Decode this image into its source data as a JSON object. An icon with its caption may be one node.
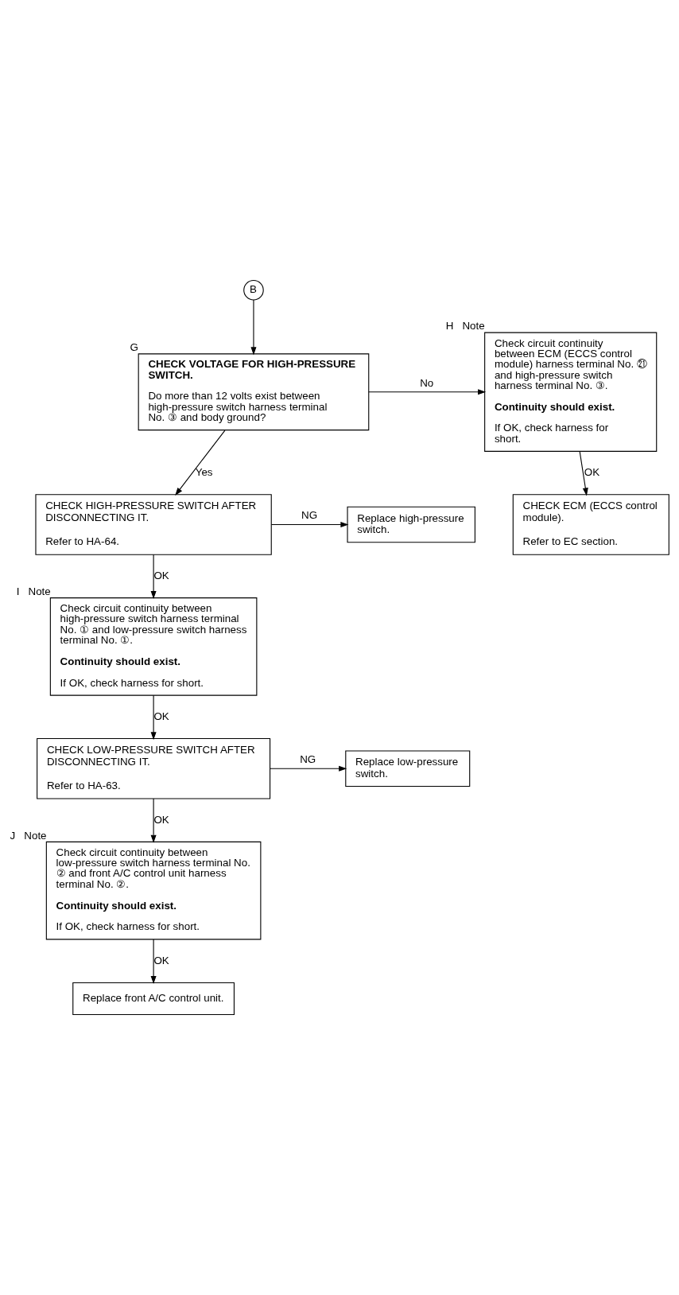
{
  "diagram": {
    "nodes": [
      {
        "text": [
          "B"
        ]
      },
      {
        "text": [
          "**CHECK VOLTAGE FOR HIGH-PRESSURE SWITCH.**",
          "Do more than 12 volts exist between high-pressure switch harness terminal No. ③ and body ground?"
        ],
        "beside": [
          "G"
        ]
      },
      {
        "text": [
          "Check circuit continuity between ECM (ECCS control module) harness terminal No. ㉑ and high-pressure switch harness terminal No. ③.",
          "**Continuity should exist.**",
          "If OK, check harness for short."
        ],
        "beside": [
          "H",
          "Note"
        ]
      },
      {
        "text": [
          "CHECK ECM (ECCS control module).",
          "Refer to EC section."
        ]
      },
      {
        "text": [
          "CHECK HIGH-PRESSURE SWITCH AFTER DISCONNECTING IT.",
          "Refer to HA-64."
        ]
      },
      {
        "text": [
          "Replace high-pressure switch."
        ]
      },
      {
        "text": [
          "Check circuit continuity between high-pressure switch harness terminal No. ① and low-pressure switch harness terminal No. ①.",
          "**Continuity should exist.**",
          "If OK, check harness for short."
        ],
        "beside": [
          "I",
          "Note"
        ]
      },
      {
        "text": [
          "CHECK LOW-PRESSURE SWITCH AFTER DISCONNECTING IT.",
          "Refer to HA-63."
        ]
      },
      {
        "text": [
          "Replace low-pressure switch."
        ]
      },
      {
        "text": [
          "Check circuit continuity between low-pressure switch harness terminal No. ② and front A/C control unit harness terminal No. ②.",
          "**Continuity should exist.**",
          "If OK, check harness for short."
        ],
        "beside": [
          "J",
          "Note"
        ]
      },
      {
        "text": [
          "Replace front A/C control unit."
        ]
      }
    ],
    "edges": [
      {
        "from": 0,
        "to": 1,
        "arrow": "to"
      },
      {
        "from": 1,
        "to": 2,
        "arrow": "to",
        "label": "No"
      },
      {
        "from": 2,
        "to": 3,
        "arrow": "to",
        "label": "OK"
      },
      {
        "from": 1,
        "to": 4,
        "arrow": "to",
        "label": "Yes"
      },
      {
        "from": 4,
        "to": 5,
        "arrow": "to",
        "label": "NG"
      },
      {
        "from": 4,
        "to": 6,
        "arrow": "to",
        "label": "OK"
      },
      {
        "from": 6,
        "to": 7,
        "arrow": "to",
        "label": "OK"
      },
      {
        "from": 7,
        "to": 8,
        "arrow": "to",
        "label": "NG"
      },
      {
        "from": 7,
        "to": 9,
        "arrow": "to",
        "label": "OK"
      },
      {
        "from": 9,
        "to": 10,
        "arrow": "to",
        "label": "OK"
      }
    ]
  }
}
